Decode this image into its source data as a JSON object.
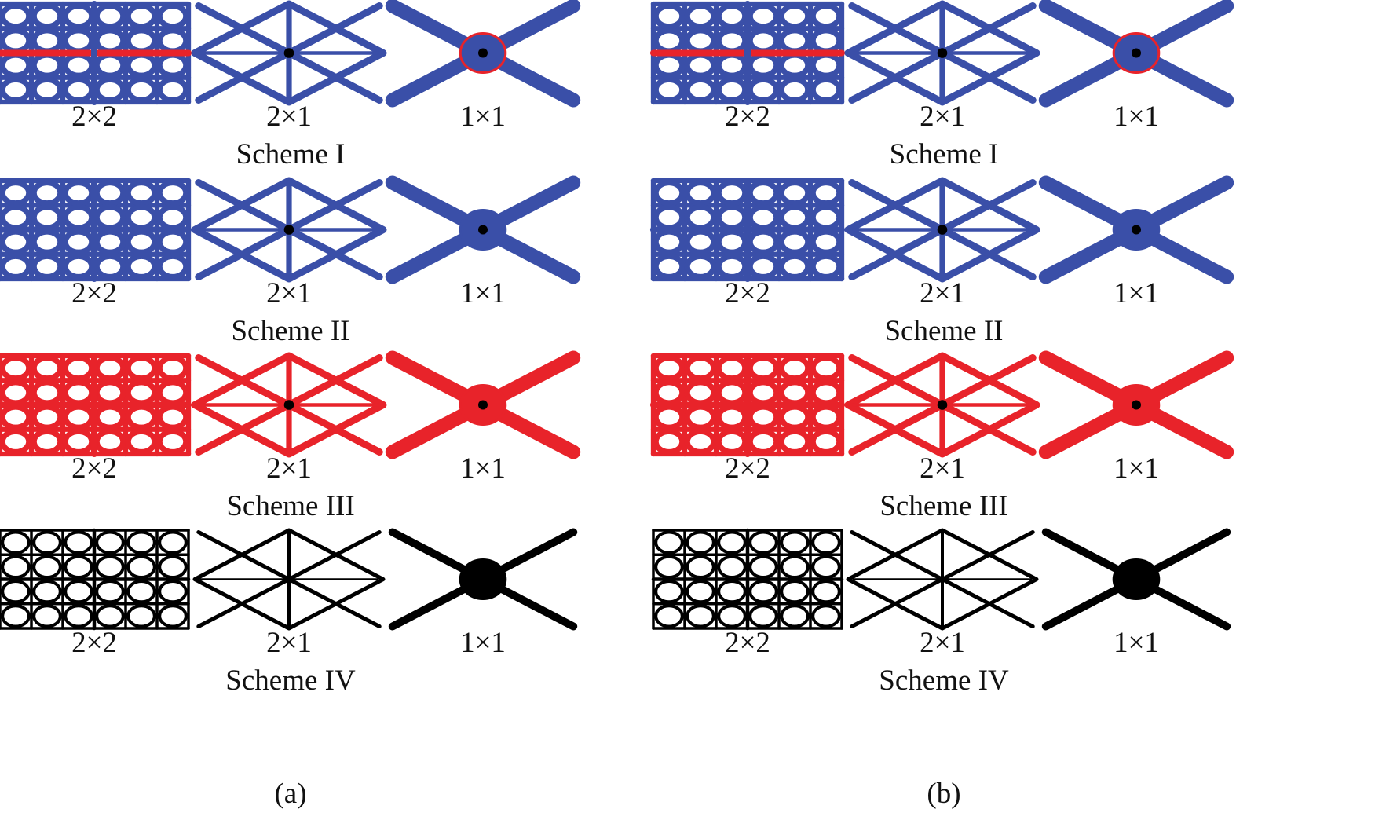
{
  "figure": {
    "columns": [
      "2×2",
      "2×1",
      "1×1"
    ],
    "panels": [
      {
        "label": "(a)",
        "schemes": [
          {
            "name": "Scheme I",
            "fill": "#3a4fa8",
            "stroke": "#e8232a"
          },
          {
            "name": "Scheme II",
            "fill": "#3a4fa8",
            "stroke": "#3a4fa8"
          },
          {
            "name": "Scheme III",
            "fill": "#e8232a",
            "stroke": "#e8232a"
          },
          {
            "name": "Scheme IV",
            "fill": "#000000",
            "stroke": "#000000"
          }
        ]
      },
      {
        "label": "(b)",
        "schemes": [
          {
            "name": "Scheme I",
            "fill": "#3a4fa8",
            "stroke": "#e8232a"
          },
          {
            "name": "Scheme II",
            "fill": "#3a4fa8",
            "stroke": "#3a4fa8"
          },
          {
            "name": "Scheme III",
            "fill": "#e8232a",
            "stroke": "#e8232a"
          },
          {
            "name": "Scheme IV",
            "fill": "#000000",
            "stroke": "#000000"
          }
        ]
      }
    ]
  }
}
